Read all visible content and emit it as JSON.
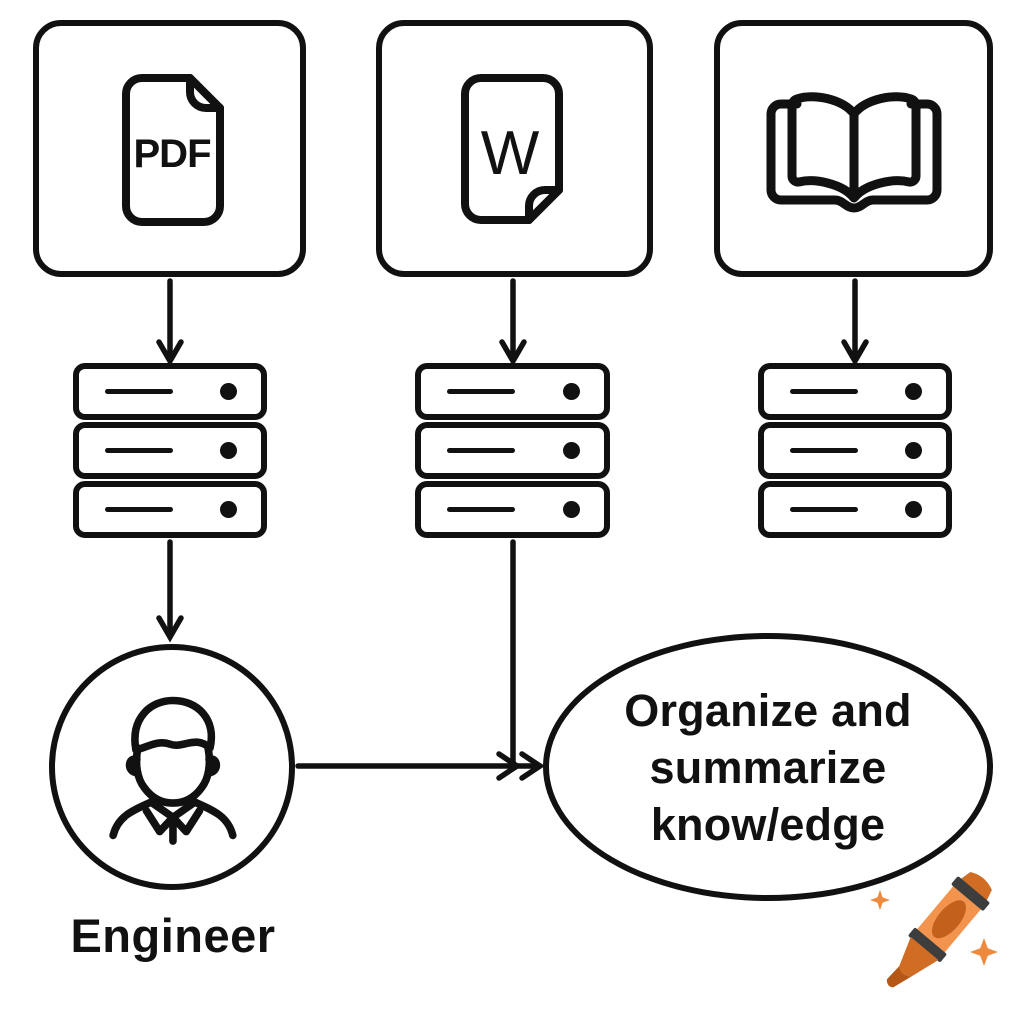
{
  "diagram": {
    "background": "#ffffff",
    "ink": "#111111",
    "sources": [
      {
        "icon": "pdf-document-icon",
        "label": "PDF"
      },
      {
        "icon": "word-document-icon",
        "label": "W"
      },
      {
        "icon": "open-book-icon",
        "label": ""
      }
    ],
    "stacks": [
      {
        "icon": "database-stack-icon",
        "rows": 3
      },
      {
        "icon": "database-stack-icon",
        "rows": 3
      },
      {
        "icon": "database-stack-icon",
        "rows": 3
      }
    ],
    "engineer": {
      "icon": "person-icon",
      "label": "Engineer"
    },
    "output": {
      "lines": [
        "Organize and",
        "summarize",
        "know/edge"
      ]
    },
    "watermark": {
      "icon": "crayon-icon",
      "body_color": "#F2944E",
      "shade_color": "#C2601C",
      "tip_color": "#D06C24",
      "stripe_color": "#3D3D3D",
      "sparkle_color": "#EE8A3D"
    }
  }
}
